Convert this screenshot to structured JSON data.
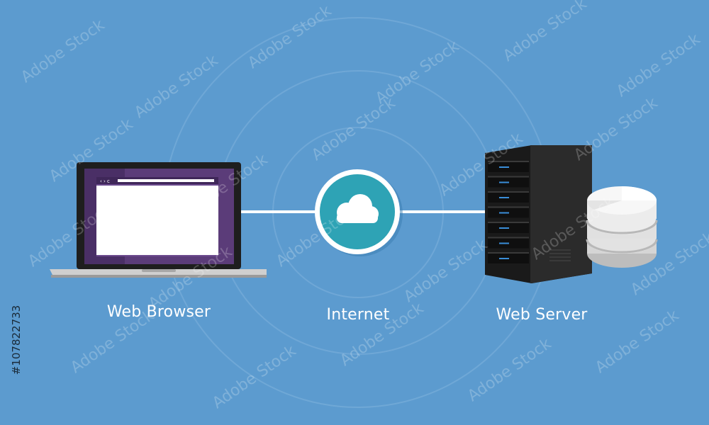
{
  "nodes": {
    "browser": {
      "label": "Web Browser"
    },
    "internet": {
      "label": "Internet"
    },
    "server": {
      "label": "Web Server"
    }
  },
  "connections": [
    {
      "from": "browser",
      "to": "internet"
    },
    {
      "from": "internet",
      "to": "server"
    }
  ],
  "watermark": {
    "text": "Adobe Stock",
    "stock_id": "#107822733"
  },
  "icons": [
    "laptop-icon",
    "browser-window-icon",
    "cloud-icon",
    "server-rack-icon",
    "database-icon"
  ],
  "colors": {
    "background": "#5c9bcf",
    "connector": "#ffffff",
    "cloud_circle": "#2ea3b5",
    "laptop_screen": "#5c3e7a",
    "server_body": "#232323",
    "database": "#e9e9e9"
  }
}
